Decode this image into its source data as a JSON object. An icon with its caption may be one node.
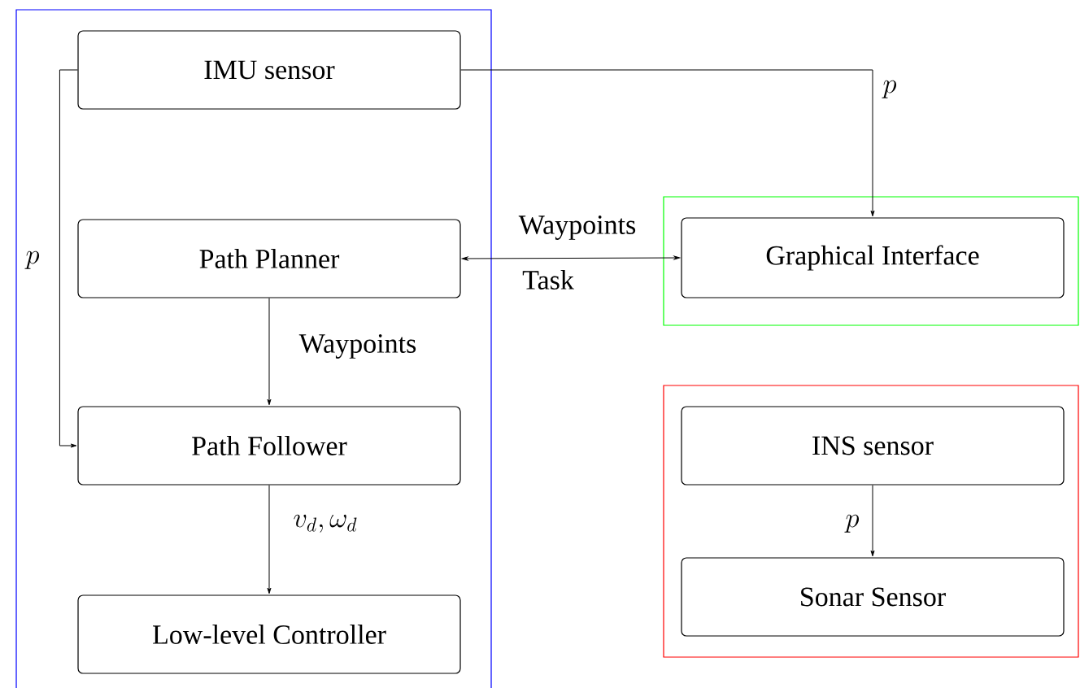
{
  "diagram": {
    "nodes": [
      {
        "text": [],
        "shape": "box"
      },
      {
        "text": [
          "IMU sensor"
        ],
        "in": 0
      },
      {
        "text": [
          "Path Planner"
        ],
        "in": 0
      },
      {
        "text": [
          "Path Follower"
        ],
        "in": 0
      },
      {
        "text": [
          "Low-level Controller"
        ],
        "in": 0
      },
      {
        "text": [],
        "shape": "box"
      },
      {
        "text": [
          "Graphical Interface"
        ],
        "in": 5
      },
      {
        "text": [],
        "shape": "box"
      },
      {
        "text": [
          "INS sensor"
        ],
        "in": 7
      },
      {
        "text": [
          "Sonar Sensor"
        ],
        "in": 7
      }
    ],
    "edges": [
      {
        "from": 1,
        "to": 3,
        "arrow": "to",
        "label": "p"
      },
      {
        "from": 1,
        "to": 6,
        "arrow": "to",
        "label": "p"
      },
      {
        "from": 2,
        "to": 6,
        "arrow": "both",
        "label": "Waypoints"
      },
      {
        "from": 2,
        "to": 3,
        "arrow": "to",
        "label": "Waypoints"
      },
      {
        "from": 3,
        "to": 4,
        "arrow": "to",
        "label": "v_d, \\omega_d"
      },
      {
        "from": 8,
        "to": 9,
        "arrow": "to",
        "label": "p"
      }
    ],
    "labels": [
      "Task"
    ]
  }
}
